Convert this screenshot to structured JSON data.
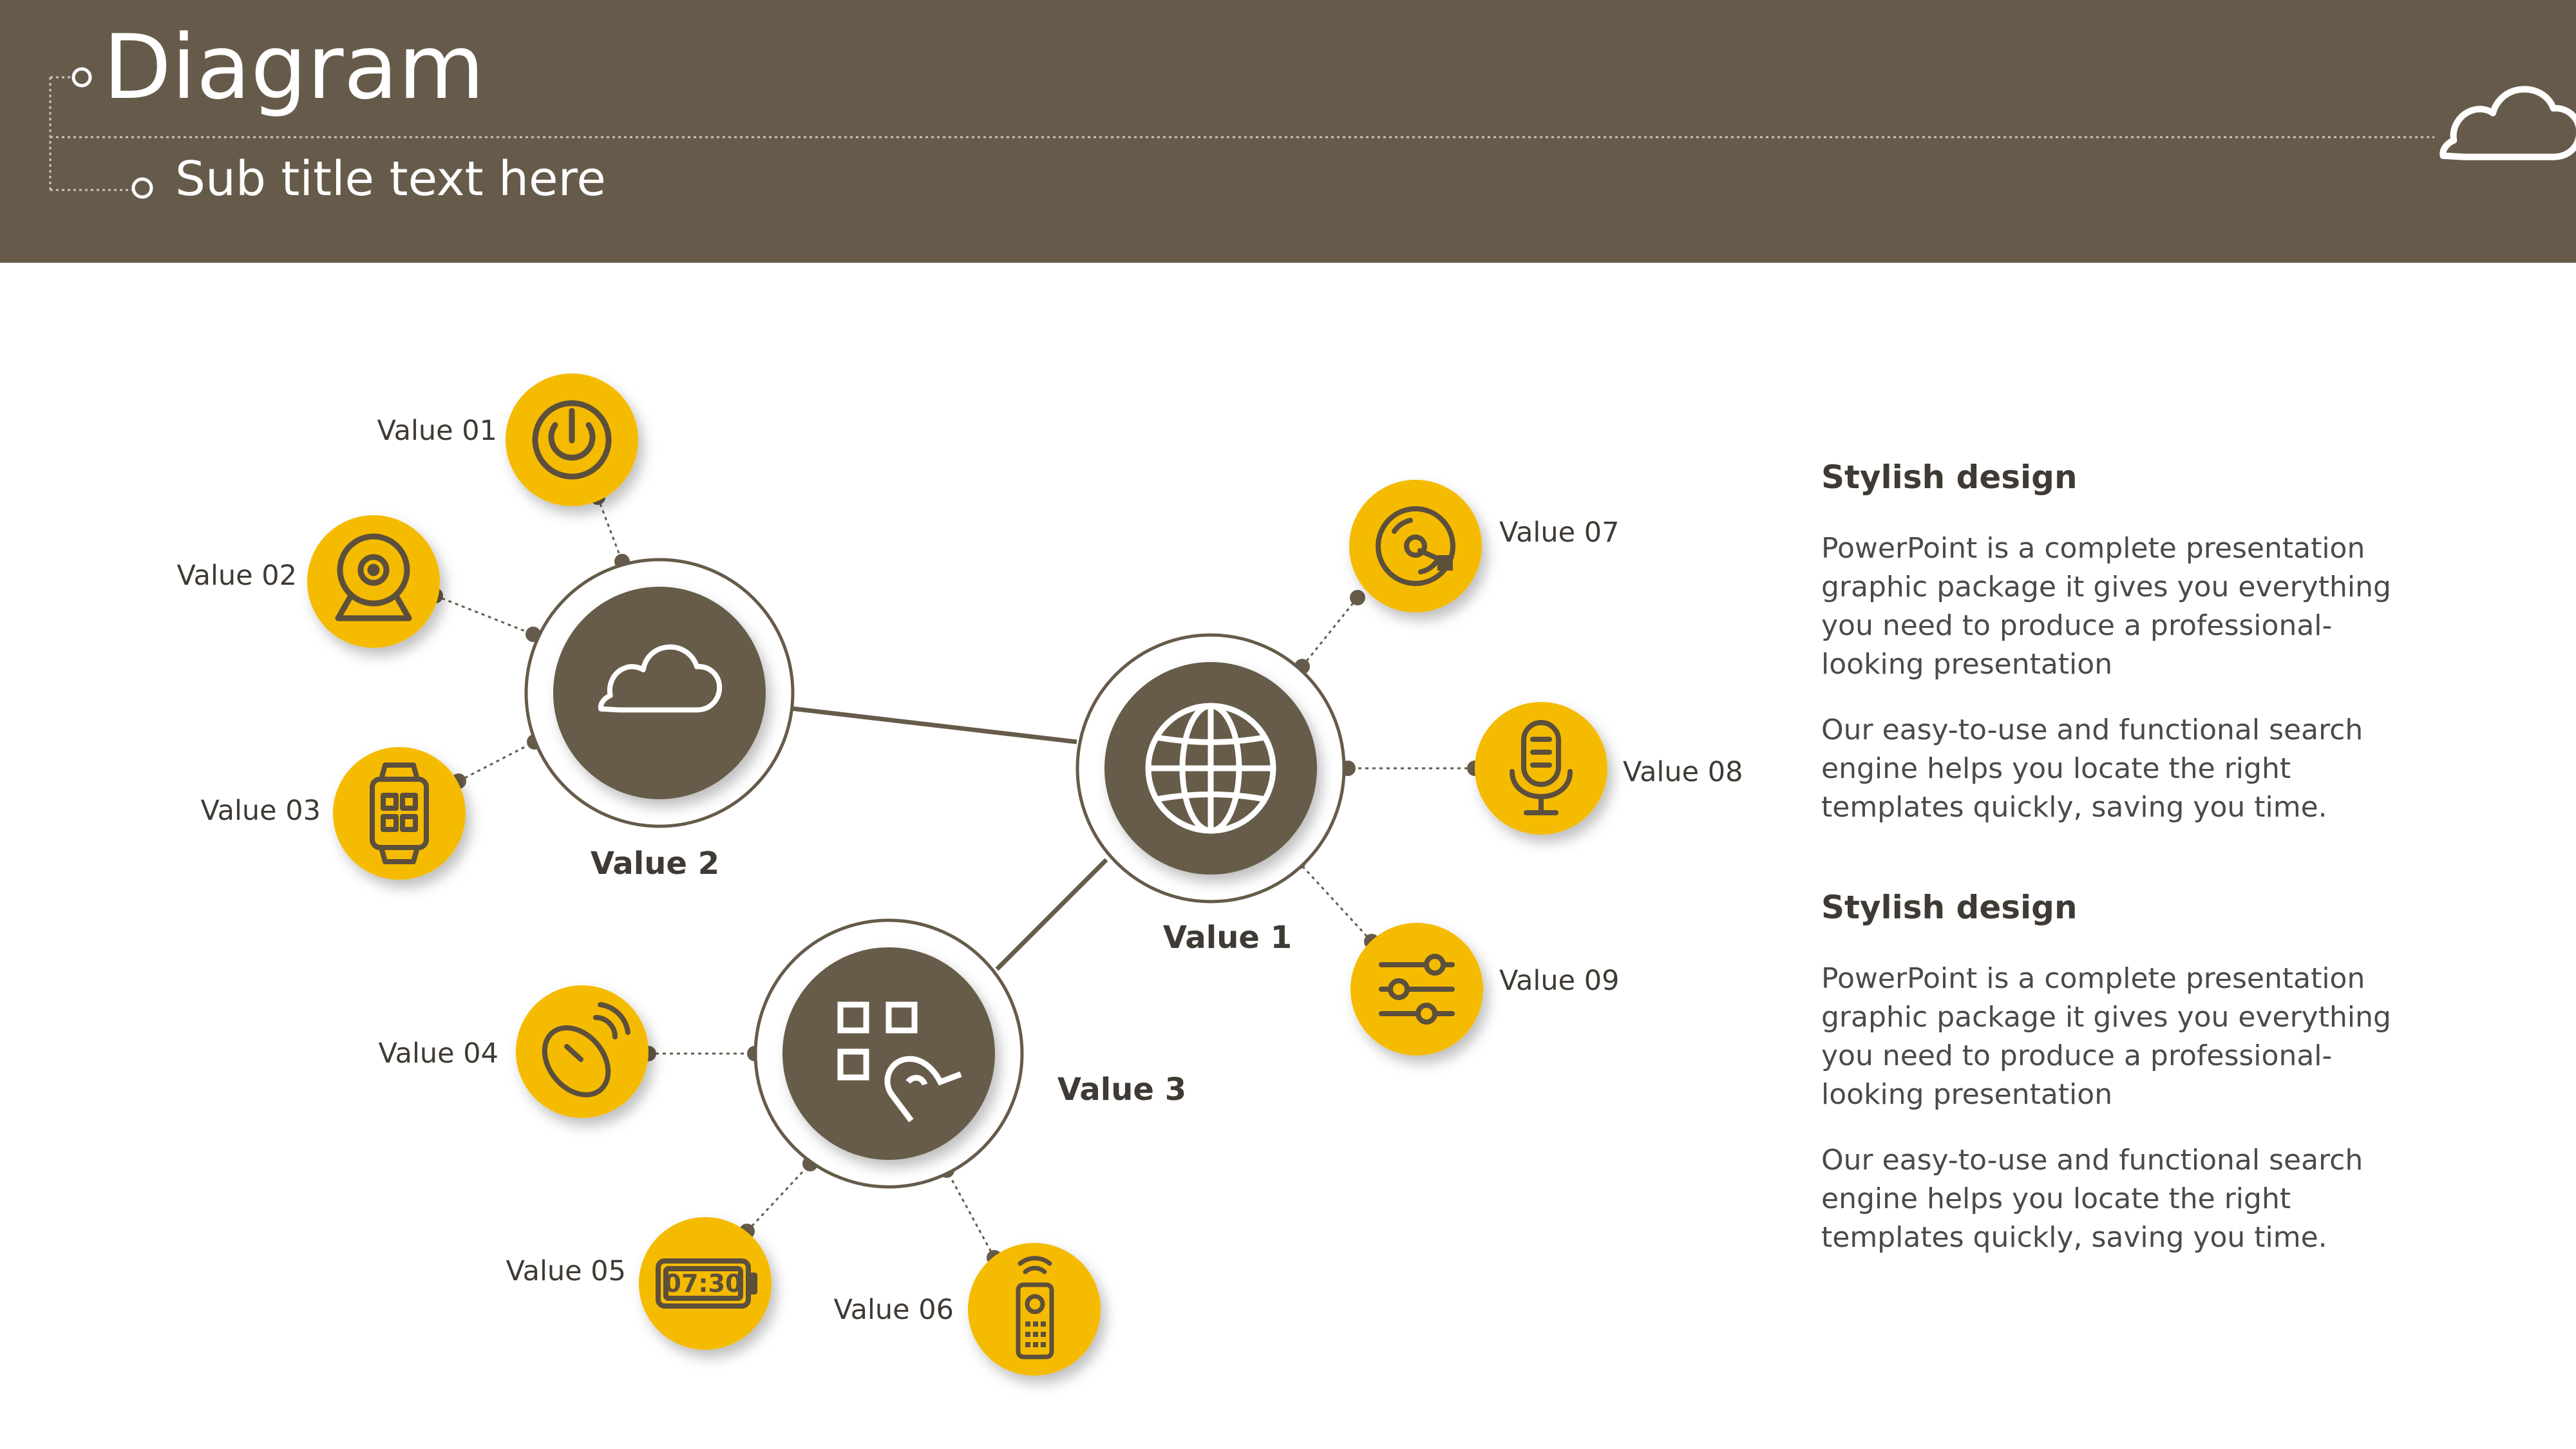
{
  "header": {
    "title": "Diagram",
    "subtitle": "Sub title text here",
    "corner_icon": "cloud-icon"
  },
  "colors": {
    "header_bg": "#665b4a",
    "hub_fill": "#665b4a",
    "leaf_fill": "#f5bb00",
    "icon_stroke": "#5c4f3c",
    "text": "#3f3a34"
  },
  "diagram": {
    "hubs": [
      {
        "id": "hub-value-2",
        "label": "Value 2",
        "icon": "cloud-icon"
      },
      {
        "id": "hub-value-1",
        "label": "Value 1",
        "icon": "globe-icon"
      },
      {
        "id": "hub-value-3",
        "label": "Value 3",
        "icon": "qr-touch-icon"
      }
    ],
    "leaves": [
      {
        "label": "Value 01",
        "icon": "power-icon",
        "hub": "hub-value-2"
      },
      {
        "label": "Value 02",
        "icon": "webcam-icon",
        "hub": "hub-value-2"
      },
      {
        "label": "Value 03",
        "icon": "smartwatch-icon",
        "hub": "hub-value-2"
      },
      {
        "label": "Value 04",
        "icon": "wireless-mouse-icon",
        "hub": "hub-value-3"
      },
      {
        "label": "Value 05",
        "icon": "digital-clock-icon",
        "hub": "hub-value-3"
      },
      {
        "label": "Value 06",
        "icon": "remote-control-icon",
        "hub": "hub-value-3"
      },
      {
        "label": "Value 07",
        "icon": "turntable-icon",
        "hub": "hub-value-1"
      },
      {
        "label": "Value 08",
        "icon": "microphone-icon",
        "hub": "hub-value-1"
      },
      {
        "label": "Value 09",
        "icon": "sliders-icon",
        "hub": "hub-value-1"
      }
    ],
    "clock_text": "07:30"
  },
  "panel": {
    "sections": [
      {
        "heading": "Stylish design",
        "paragraphs": [
          "PowerPoint is a complete presentation graphic package it gives you everything you need to produce a professional-looking presentation",
          "Our easy-to-use and functional search engine helps you locate the right templates quickly, saving you time."
        ]
      },
      {
        "heading": "Stylish design",
        "paragraphs": [
          "PowerPoint is a complete presentation graphic package it gives you everything you need to produce a professional-looking presentation",
          "Our easy-to-use and functional search engine helps you locate the right templates quickly, saving you time."
        ]
      }
    ]
  }
}
